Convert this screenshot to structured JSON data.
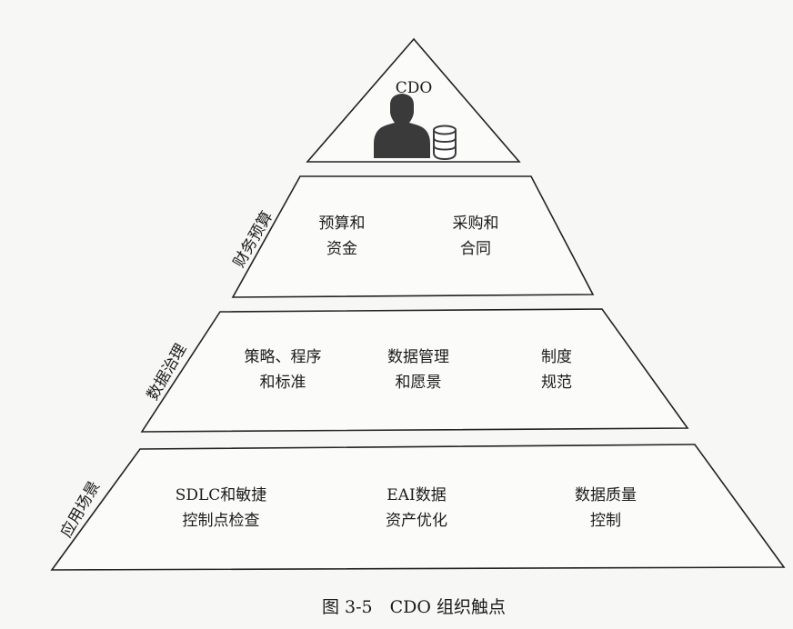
{
  "top": {
    "title": "CDO"
  },
  "tier1": {
    "side_label": "财务预算",
    "items": [
      {
        "line1": "预算和",
        "line2": "资金"
      },
      {
        "line1": "采购和",
        "line2": "合同"
      }
    ]
  },
  "tier2": {
    "side_label": "数据治理",
    "items": [
      {
        "line1": "策略、程序",
        "line2": "和标准"
      },
      {
        "line1": "数据管理",
        "line2": "和愿景"
      },
      {
        "line1": "制度",
        "line2": "规范"
      }
    ]
  },
  "tier3": {
    "side_label": "应用场景",
    "items": [
      {
        "line1": "SDLC和敏捷",
        "line2": "控制点检查"
      },
      {
        "line1": "EAI数据",
        "line2": "资产优化"
      },
      {
        "line1": "数据质量",
        "line2": "控制"
      }
    ]
  },
  "caption": "图 3-5　CDO 组织触点",
  "icons": [
    "person-icon",
    "database-icon"
  ],
  "colors": {
    "outline": "#222222",
    "icon": "#3a3a3a",
    "background": "#f7f7f5"
  }
}
